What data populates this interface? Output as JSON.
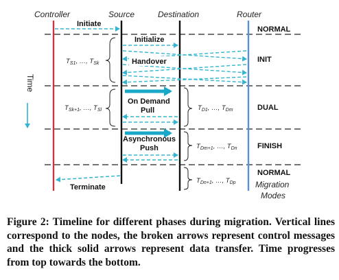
{
  "columns": {
    "controller": "Controller",
    "source": "Source",
    "destination": "Destination",
    "router": "Router"
  },
  "messages": {
    "initiate": "Initiate",
    "initialize": "Initialize",
    "handover": "Handover",
    "on_demand_pull_1": "On Demand",
    "on_demand_pull_2": "Pull",
    "async_push_1": "Asynchronous",
    "async_push_2": "Push",
    "terminate": "Terminate"
  },
  "phases": {
    "normal_top": "NORMAL",
    "init": "INIT",
    "dual": "DUAL",
    "finish": "FINISH",
    "normal_bottom": "NORMAL",
    "modes_1": "Migration",
    "modes_2": "Modes"
  },
  "time_label": "Time",
  "task_sets": {
    "ts1": "T",
    "ts1_sub": "S1",
    "ts1_mid": ", …, T",
    "ts1_end": "Sk",
    "ts2": "T",
    "ts2_sub": "Sk+1",
    "ts2_mid": ", …, T",
    "ts2_end": "Sl",
    "td1": "T",
    "td1_sub": "D1",
    "td1_mid": ", …, T",
    "td1_end": "Dm",
    "td2": "T",
    "td2_sub": "Dm+1",
    "td2_mid": ", …, T",
    "td2_end": "Dn",
    "td3": "T",
    "td3_sub": "Dn+1",
    "td3_mid": ", …, T",
    "td3_end": "Dp"
  },
  "caption": "Figure 2: Timeline for different phases during migration. Vertical lines correspond to the nodes, the broken arrows represent control messages and the thick solid arrows represent data transfer. Time progresses from top towards the bottom.",
  "colors": {
    "controller_line": "#e8282c",
    "router_line": "#5b8fd6",
    "node_line": "#111111",
    "dashed_arrow": "#33b5d1",
    "solid_arrow": "#1aa8c8"
  }
}
